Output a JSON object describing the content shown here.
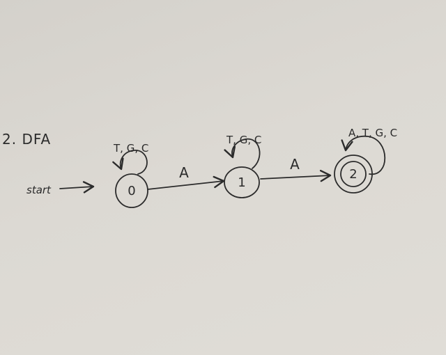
{
  "title": "2. DFA",
  "start_label": "start",
  "states": [
    {
      "id": "0",
      "label": "0",
      "accepting": false,
      "start": true
    },
    {
      "id": "1",
      "label": "1",
      "accepting": false,
      "start": false
    },
    {
      "id": "2",
      "label": "2",
      "accepting": true,
      "start": false
    }
  ],
  "transitions": [
    {
      "from": "0",
      "to": "0",
      "label": "T, G, C"
    },
    {
      "from": "0",
      "to": "1",
      "label": "A"
    },
    {
      "from": "1",
      "to": "1",
      "label": "T, G, C"
    },
    {
      "from": "1",
      "to": "2",
      "label": "A"
    },
    {
      "from": "2",
      "to": "2",
      "label": "A, T, G, C"
    }
  ]
}
